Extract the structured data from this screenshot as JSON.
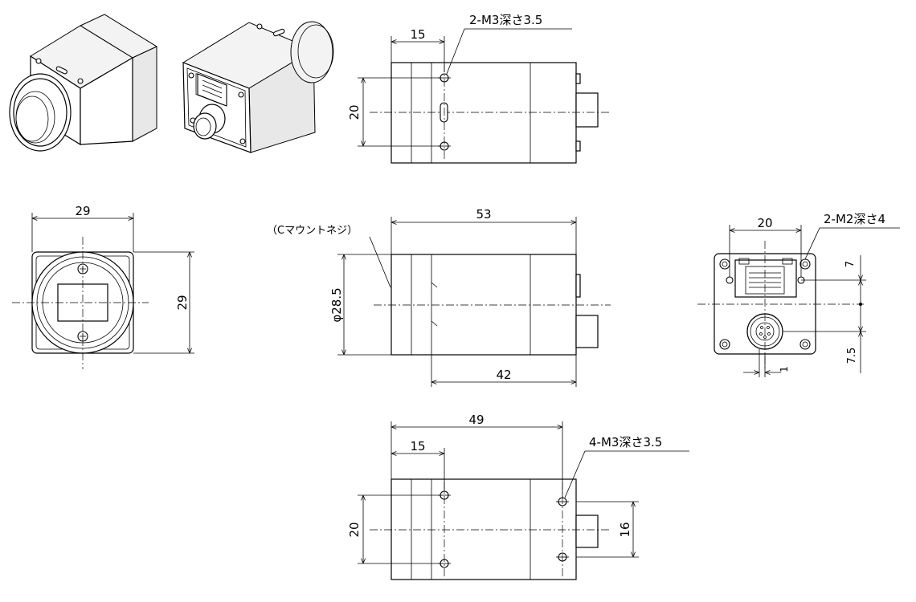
{
  "dimensions": {
    "top_offset": "15",
    "top_hole_spacing": "20",
    "top_callout": "2-M3深さ3.5",
    "front_width": "29",
    "front_height": "29",
    "side_length": "53",
    "side_diameter": "φ28.5",
    "side_length_body": "42",
    "mount_note": "（Cマウントネジ）",
    "rear_spacing": "20",
    "rear_callout": "2-M2深さ4",
    "rear_top_offset": "7",
    "rear_bottom_offset": "7.5",
    "rear_small_offset": "1",
    "bottom_length": "49",
    "bottom_offset": "15",
    "bottom_hole_spacing": "20",
    "bottom_connector": "16",
    "bottom_callout": "4-M3深さ3.5"
  }
}
